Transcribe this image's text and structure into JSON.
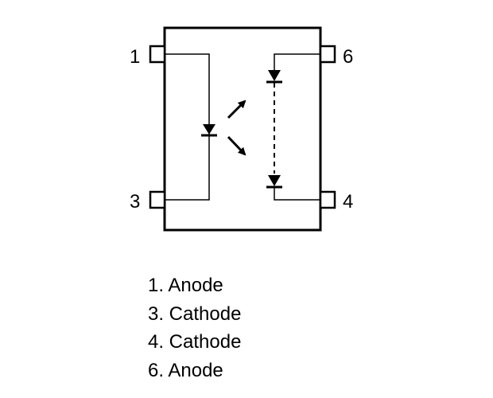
{
  "pins": {
    "pin1": "1",
    "pin3": "3",
    "pin4": "4",
    "pin6": "6"
  },
  "legend": [
    "1. Anode",
    "3. Cathode",
    "4. Cathode",
    "6. Anode"
  ],
  "colors": {
    "stroke": "#000000",
    "background": "#ffffff"
  }
}
